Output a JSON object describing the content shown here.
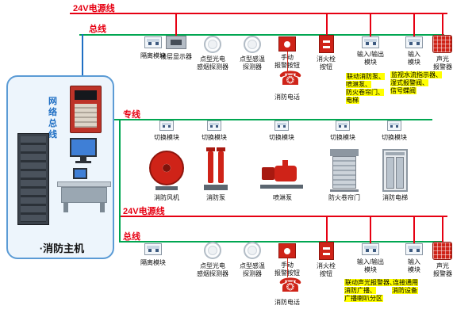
{
  "host": {
    "title": "·消防主机",
    "network_bus_label": "网络总线"
  },
  "lines": {
    "power_top_label": "24V电源线",
    "bus_top_label": "总线",
    "dedicated_label": "专线",
    "power_bottom_label": "24V电源线",
    "bus_bottom_label": "总线"
  },
  "icons": {
    "phone": "☎"
  },
  "top_row": {
    "isolation_label": "隔离模块",
    "floor_display_label": "楼层显示器",
    "smoke_label": "点型光电\n感烟探测器",
    "heat_label": "点型感温\n探测器",
    "manual_label": "手动\n报警按钮",
    "phone_label": "消防电话",
    "hydrant_label": "消火栓\n按钮",
    "io_label": "输入/输出\n模块",
    "io_note": "联动消防泵、\n喷淋泵、\n防火卷帘门、\n电梯",
    "input_label": "输入\n模块",
    "input_note": "监视水流指示器、\n湿式报警阀、\n信号蝶阀",
    "sounder_label": "声光\n报警器"
  },
  "middle_row": {
    "switch_label": "切换模块",
    "fan_label": "消防风机",
    "fire_pump_label": "消防泵",
    "sprinkler_pump_label": "喷淋泵",
    "shutter_label": "防火卷帘门",
    "elevator_label": "消防电梯"
  },
  "bottom_row": {
    "isolation_label": "隔离模块",
    "smoke_label": "点型光电\n感烟探测器",
    "heat_label": "点型感温\n探测器",
    "manual_label": "手动\n报警按钮",
    "phone_label": "消防电话",
    "hydrant_label": "消火栓\n按钮",
    "io_label": "输入/输出\n模块",
    "io_note": "联动声光报警器、\n消防广播、\n广播喇叭分区",
    "input_label": "输入\n模块",
    "input_note": "连接通用\n消防设备",
    "sounder_label": "声光\n报警器"
  },
  "colors": {
    "power_line": "#e60012",
    "bus_line": "#00a651",
    "host_line": "#1f6fc4",
    "device_red": "#cf2318",
    "note_highlight": "#ffff00"
  }
}
